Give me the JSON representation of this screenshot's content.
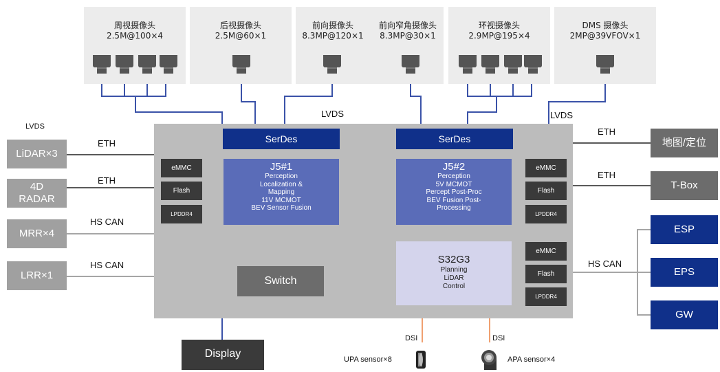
{
  "cameras": [
    {
      "name": "周视摄像头",
      "spec": "2.5M@100×4"
    },
    {
      "name": "后视摄像头",
      "spec": "2.5M@60×1"
    },
    {
      "name": "前向摄像头",
      "spec": "8.3MP@120×1"
    },
    {
      "name": "前向窄角摄像头",
      "spec": "8.3MP@30×1"
    },
    {
      "name": "环视摄像头",
      "spec": "2.9MP@195×4"
    },
    {
      "name": "DMS 摄像头",
      "spec": "2MP@39VFOV×1"
    }
  ],
  "links": {
    "lvds_top_left": "LVDS",
    "lvds_top_right": "LVDS",
    "lvds_left": "LVDS",
    "eth1": "ETH",
    "eth2": "ETH",
    "hscan1": "HS CAN",
    "hscan2": "HS CAN",
    "eth_right1": "ETH",
    "eth_right2": "ETH",
    "hscan_right": "HS CAN",
    "dsi1": "DSI",
    "dsi2": "DSI"
  },
  "left_devices": [
    "LiDAR×3",
    "4D RADAR",
    "MRR×4",
    "LRR×1"
  ],
  "right_devices_top": [
    "地图/定位",
    "T-Box"
  ],
  "right_devices_bus": [
    "ESP",
    "EPS",
    "GW"
  ],
  "board": {
    "serdes_left": "SerDes",
    "serdes_right": "SerDes",
    "soc1": {
      "title": "J5#1",
      "lines": [
        "Perception",
        "Localization &",
        "Mapping",
        "11V MCMOT",
        "BEV Sensor Fusion"
      ]
    },
    "soc2": {
      "title": "J5#2",
      "lines": [
        "Perception",
        "5V MCMOT",
        "Percept Post-Proc",
        "BEV Fusion Post-",
        "Processing"
      ]
    },
    "s32": {
      "title": "S32G3",
      "lines": [
        "Planning",
        "LiDAR",
        "Control"
      ]
    },
    "switch": "Switch",
    "mem_left": [
      "eMMC",
      "Flash",
      "LPDDR4"
    ],
    "mem_right1": [
      "eMMC",
      "Flash",
      "LPDDR4"
    ],
    "mem_right2": [
      "eMMC",
      "Flash",
      "LPDDR4"
    ]
  },
  "display": "Display",
  "sensors": {
    "upa": "UPA sensor×8",
    "apa": "APA sensor×4"
  },
  "colors": {
    "board": "#bcbcbc",
    "serdes": "#10308a",
    "soc": "#5a6cb8",
    "line_blue": "#3a52a8",
    "line_gray": "#a6a6a6",
    "line_orange": "#f0a070"
  }
}
